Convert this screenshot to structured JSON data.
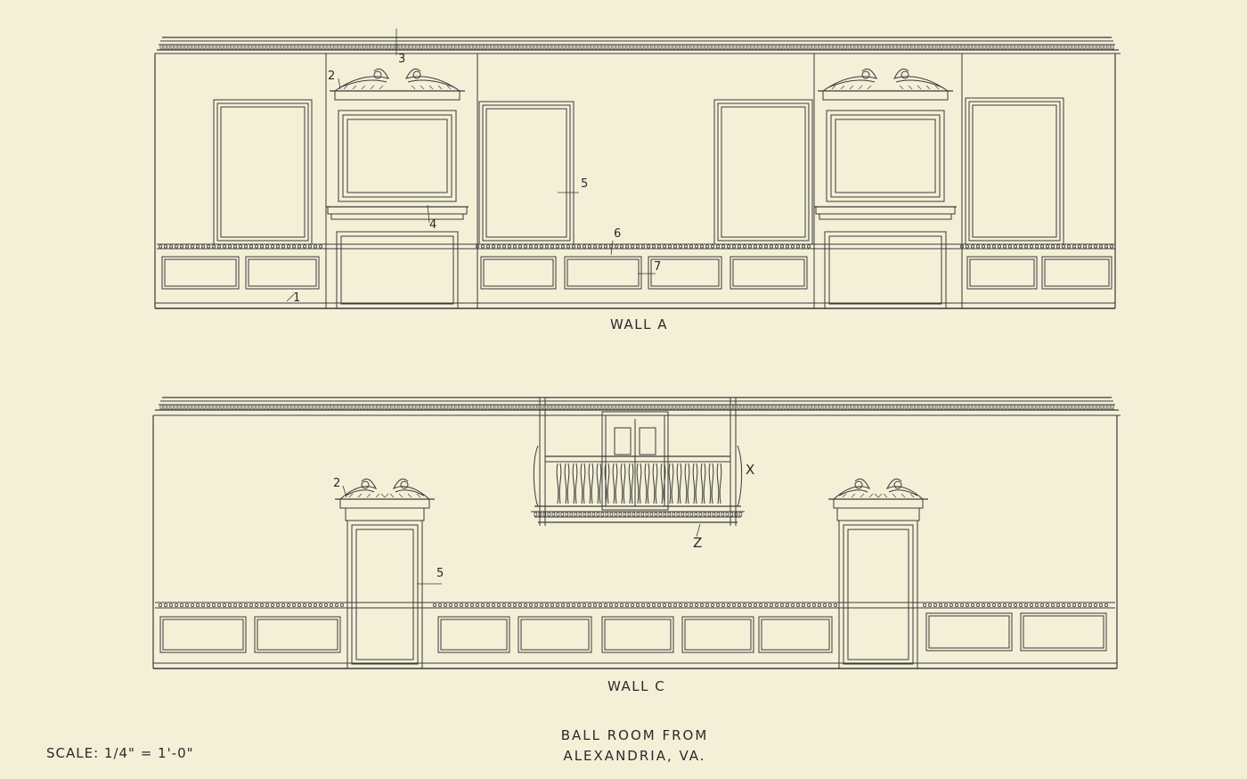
{
  "walls": {
    "a": {
      "title": "WALL A"
    },
    "c": {
      "title": "WALL C"
    }
  },
  "callouts": {
    "a": [
      "1",
      "2",
      "3",
      "4",
      "5",
      "6",
      "7"
    ],
    "c": [
      "2",
      "5",
      "X",
      "Z"
    ]
  },
  "plate": {
    "title_line_1": "BALL ROOM FROM",
    "title_line_2": "ALEXANDRIA, VA."
  },
  "scale": "SCALE: 1/4\" = 1'-0\"",
  "colors": {
    "paper": "#f4f0d8",
    "ink": "#3a3a3a"
  }
}
